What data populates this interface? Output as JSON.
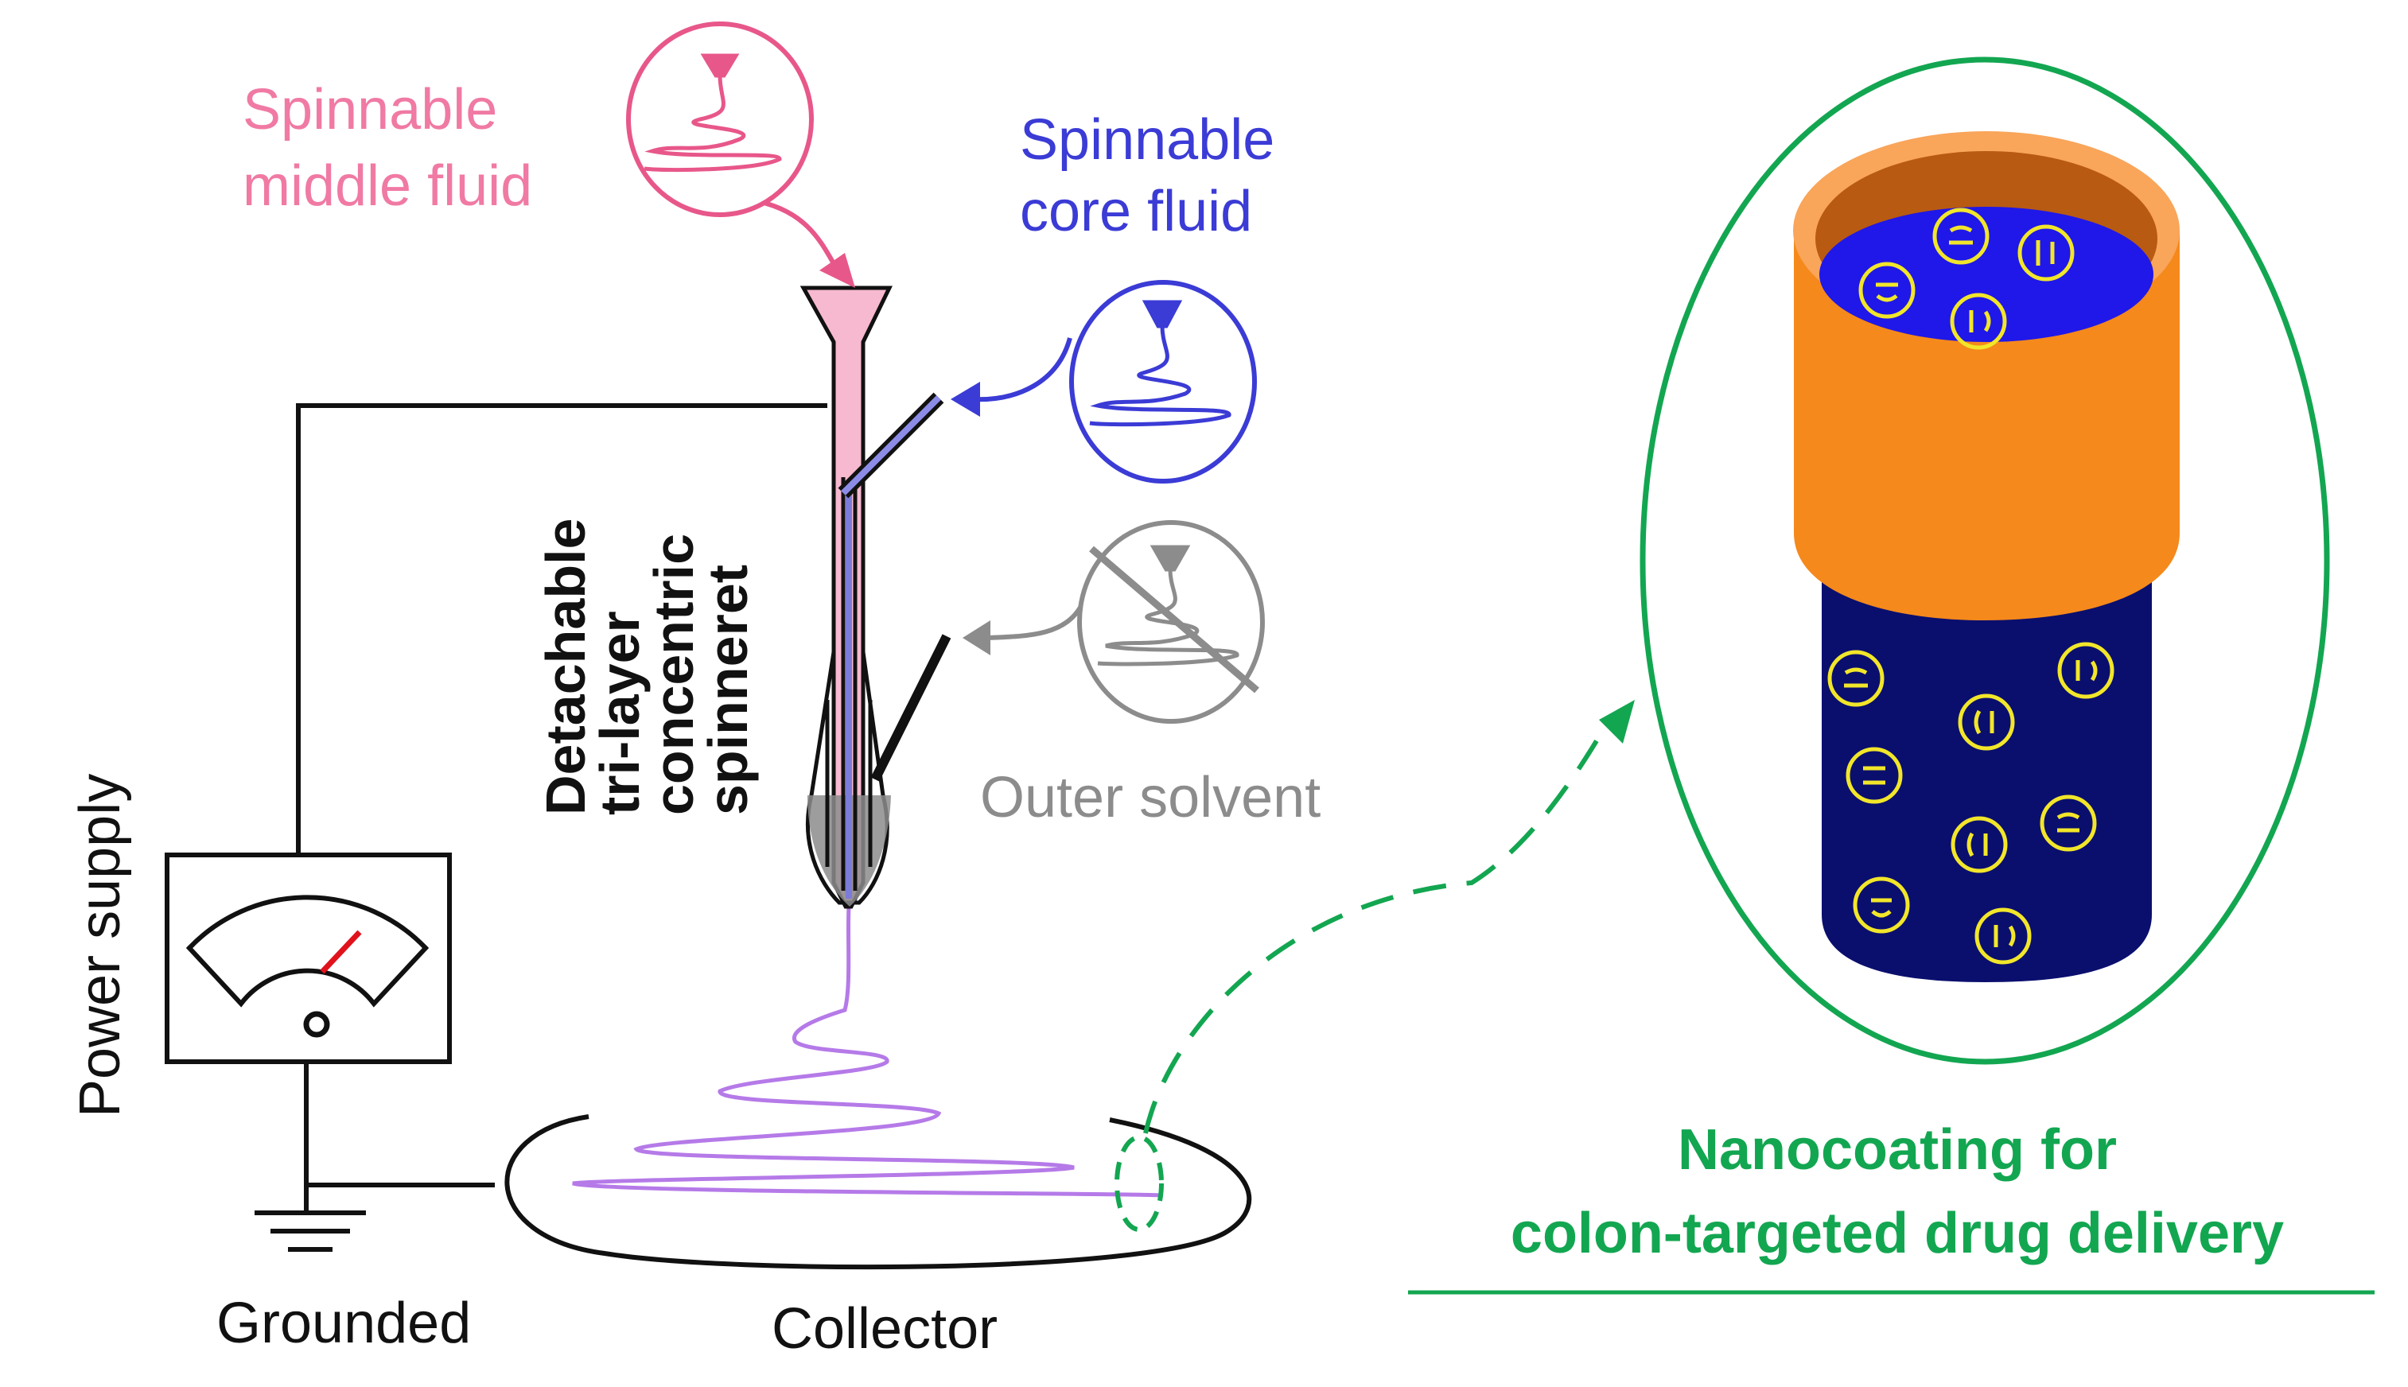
{
  "labels": {
    "middle_fluid_line1": "Spinnable",
    "middle_fluid_line2": "middle fluid",
    "core_fluid_line1": "Spinnable",
    "core_fluid_line2": "core fluid",
    "outer_solvent": "Outer solvent",
    "spinneret_line1": "Detachable",
    "spinneret_line2": "tri-layer",
    "spinneret_line3": "concentric",
    "spinneret_line4": "spinneret",
    "power_supply": "Power supply",
    "grounded": "Grounded",
    "collector": "Collector",
    "nanocoating_line1": "Nanocoating for",
    "nanocoating_line2": "colon-targeted drug delivery"
  },
  "colors": {
    "middle_fluid": "#e8578a",
    "middle_fluid_fill": "#f7b9cf",
    "core_fluid": "#3b3bd6",
    "outer_solvent": "#8c8c8c",
    "fiber": "#b57ae8",
    "accent_green": "#13a651",
    "tube_shell": "#f5891b",
    "tube_rim": "#b85a12",
    "tube_core": "#0a0f6e",
    "tube_inner": "#1f18e8",
    "drug_particle": "#f2e62a",
    "meter_needle": "#e0121c",
    "wire": "#111111"
  }
}
